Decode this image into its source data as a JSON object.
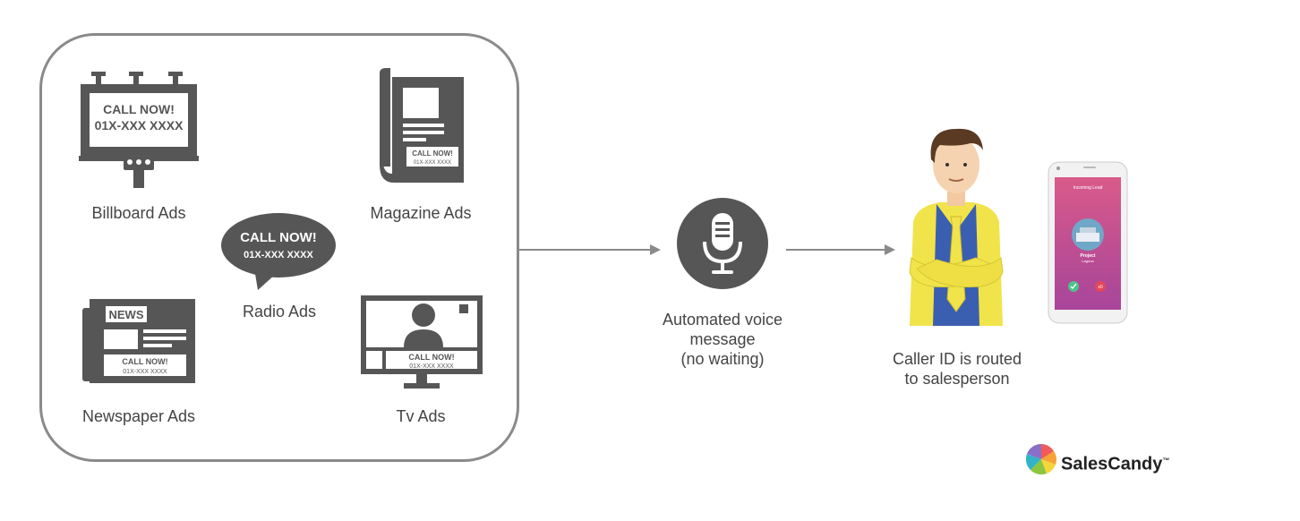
{
  "colors": {
    "icon": "#565656",
    "frame": "#8a8a8a",
    "arrow": "#8a8a8a",
    "text": "#444444",
    "shirt": "#f1e34a",
    "tie": "#3b5fb0"
  },
  "sources": {
    "billboard": {
      "label": "Billboard Ads",
      "line1": "CALL NOW!",
      "line2": "01X-XXX XXXX"
    },
    "magazine": {
      "label": "Magazine Ads",
      "line1": "CALL NOW!",
      "line2": "01X-XXX XXXX"
    },
    "radio": {
      "label": "Radio Ads",
      "line1": "CALL NOW!",
      "line2": "01X-XXX XXXX"
    },
    "newspaper": {
      "label": "Newspaper Ads",
      "masthead": "NEWS",
      "line1": "CALL NOW!",
      "line2": "01X-XXX XXXX"
    },
    "tv": {
      "label": "Tv Ads",
      "line1": "CALL NOW!",
      "line2": "01X-XXX XXXX"
    }
  },
  "voice": {
    "line1": "Automated voice",
    "line2": "message",
    "line3": "(no waiting)"
  },
  "salesperson": {
    "line1": "Caller ID is routed",
    "line2": "to salesperson"
  },
  "phone": {
    "header": "Incoming Lead",
    "caller_name": "Project",
    "caller_sub": "Laguna",
    "decline_text": "x0"
  },
  "brand": {
    "name": "SalesCandy",
    "tm": "™"
  }
}
